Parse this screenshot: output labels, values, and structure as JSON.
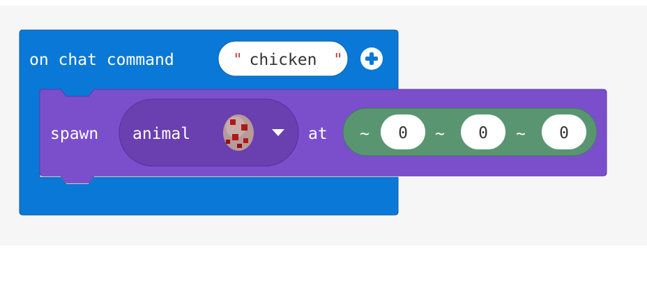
{
  "event_block": {
    "label": "on chat command",
    "command_value": "chicken",
    "add_param_icon": "plus-circle-icon",
    "color": "#0a78d6"
  },
  "spawn_block": {
    "label": "spawn",
    "at_label": "at",
    "color": "#7b4fcc"
  },
  "animal_block": {
    "label": "animal",
    "icon": "spawn-egg-icon",
    "dropdown_icon": "caret-down-icon",
    "color": "#6a3fb0"
  },
  "position_block": {
    "color": "#5a9572",
    "coords": [
      {
        "prefix": "~",
        "value": "0"
      },
      {
        "prefix": "~",
        "value": "0"
      },
      {
        "prefix": "~",
        "value": "0"
      }
    ]
  }
}
